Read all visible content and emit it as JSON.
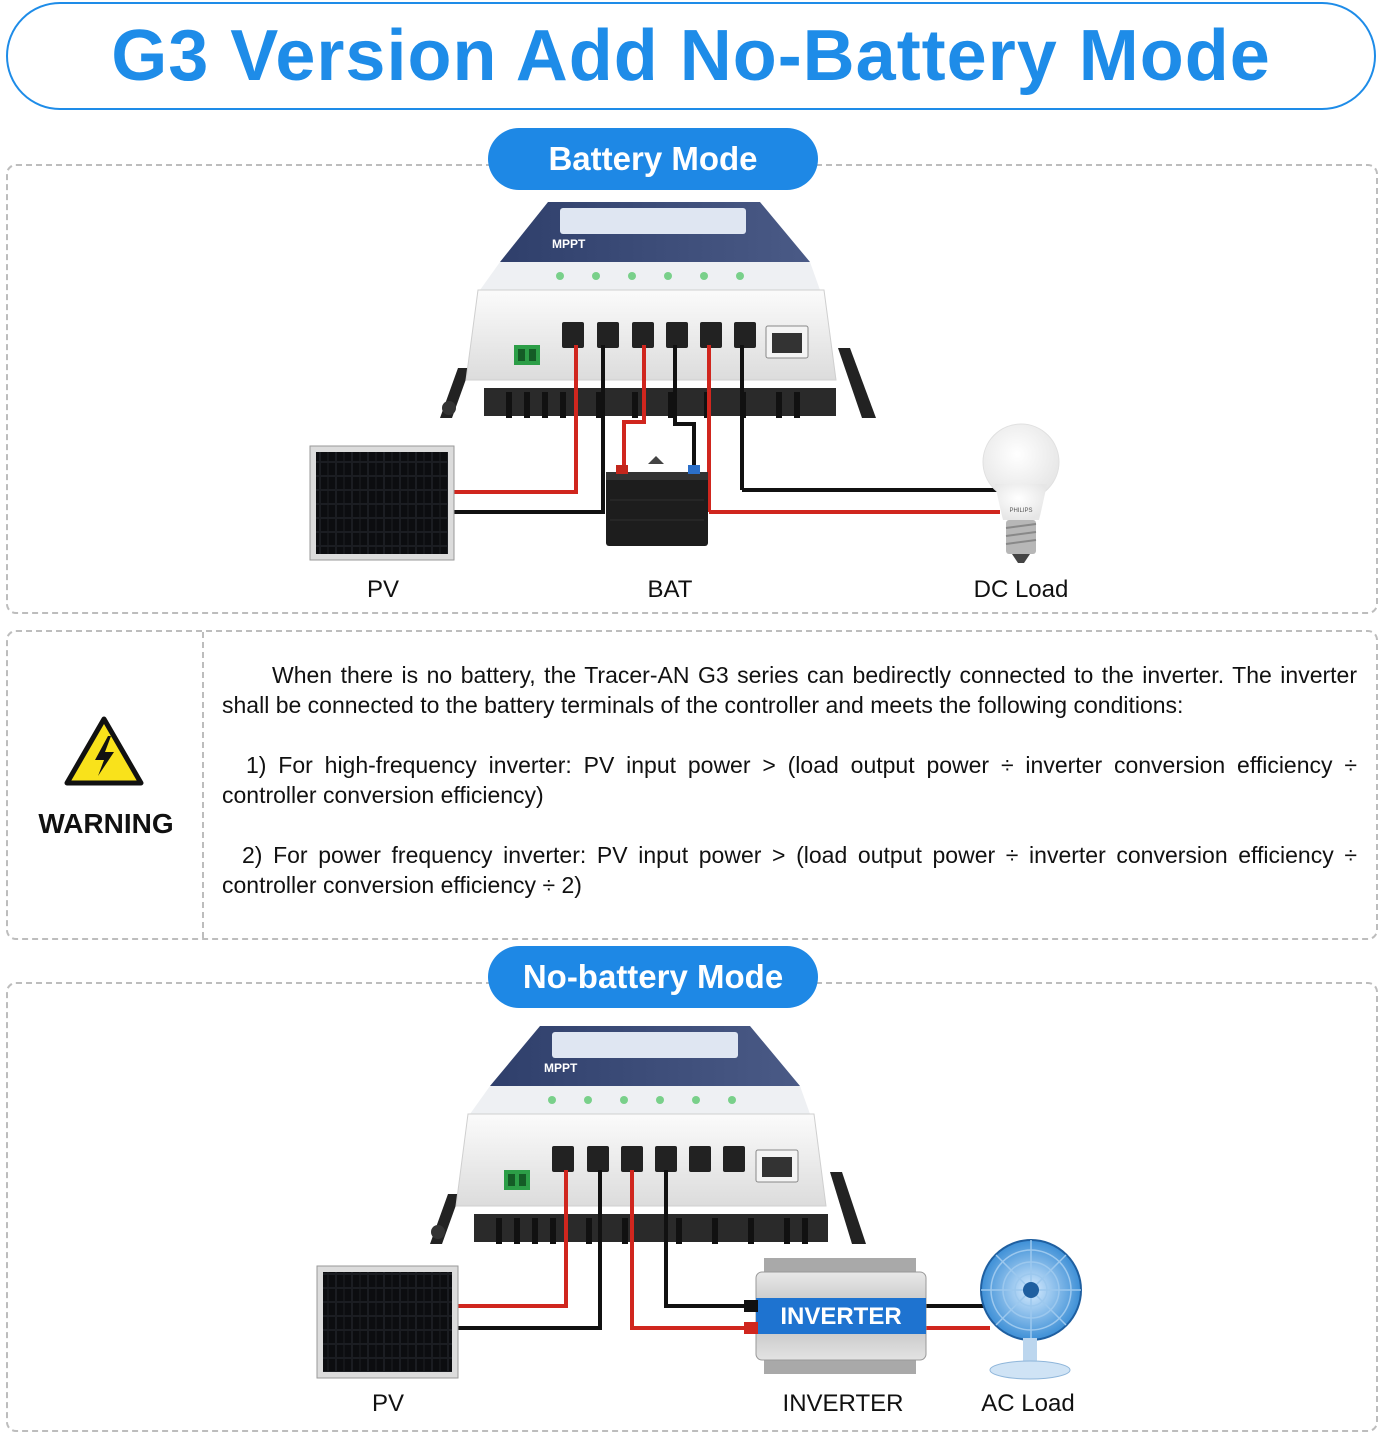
{
  "title": "G3 Version Add No-Battery Mode",
  "battery_mode": {
    "heading": "Battery Mode",
    "labels": {
      "pv": "PV",
      "bat": "BAT",
      "dc_load": "DC Load"
    }
  },
  "warning": {
    "label": "WARNING",
    "paragraphs": [
      "When there is no battery, the Tracer-AN G3 series can bedirectly connected to the inverter. The inverter shall be connected to the battery terminals of the controller and meets the following conditions:",
      "1) For high-frequency inverter: PV input power > (load output power ÷ inverter conversion efficiency ÷ controller conversion efficiency)",
      "2) For power frequency inverter: PV input power > (load output power ÷ inverter conversion efficiency ÷ controller conversion efficiency ÷ 2)"
    ]
  },
  "no_battery_mode": {
    "heading": "No-battery Mode",
    "inverter_text": "INVERTER",
    "labels": {
      "pv": "PV",
      "inverter": "INVERTER",
      "ac_load": "AC Load"
    }
  },
  "controller_text": "MPPT",
  "bulb_brand": "PHILIPS",
  "colors": {
    "accent": "#1E88E5",
    "wire_red": "#D0261E",
    "wire_black": "#111111"
  }
}
